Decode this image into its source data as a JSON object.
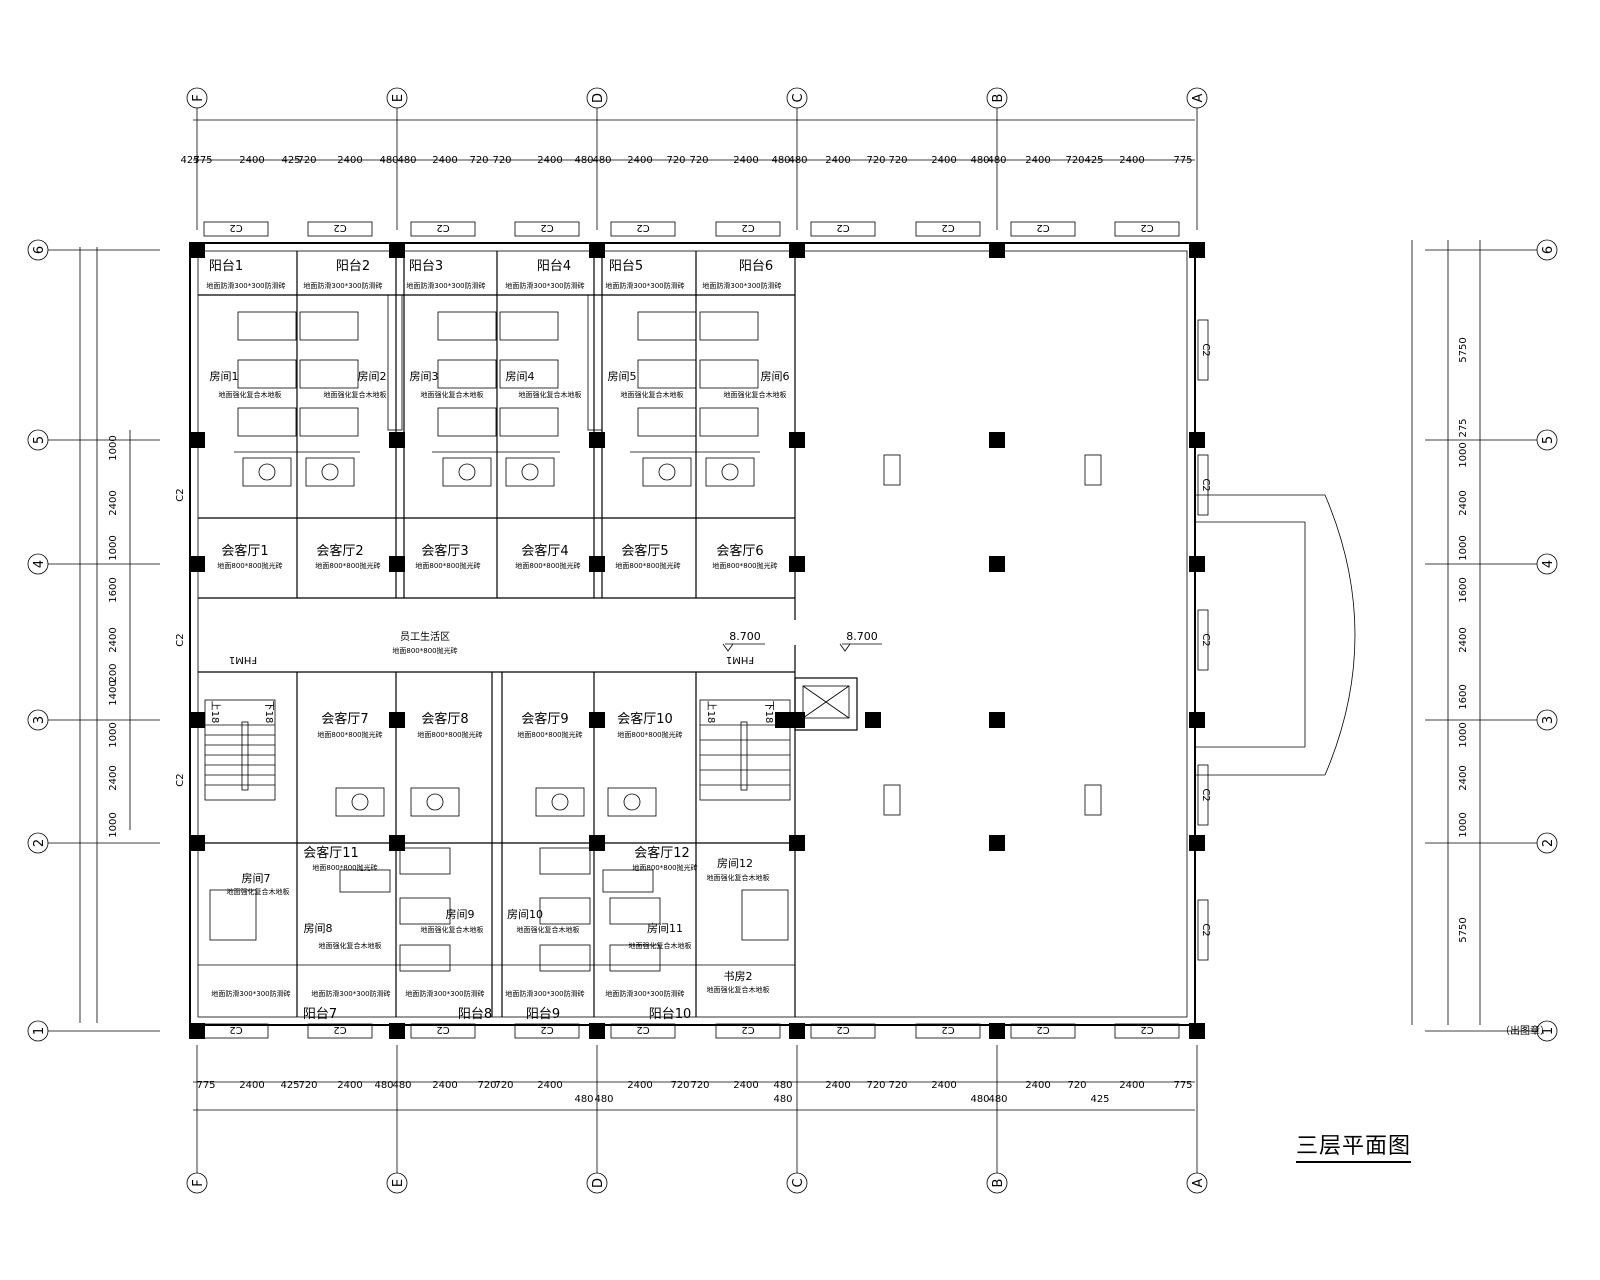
{
  "drawing": {
    "title": "三层平面图",
    "note": "（出图章）",
    "elevation_label": "8.700",
    "corridor_label": "员工生活区",
    "corridor_floor": "地面800*800抛光砖",
    "stair_labels": {
      "fhm": "FHM1",
      "up": "上18",
      "down": "下18"
    }
  },
  "axes": {
    "columns": [
      "F",
      "E",
      "D",
      "C",
      "B",
      "A"
    ],
    "rows": [
      "6",
      "5",
      "4",
      "3",
      "2",
      "1"
    ]
  },
  "dimensions": {
    "top": [
      "425",
      "775",
      "2400",
      "425",
      "720",
      "2400",
      "480",
      "480",
      "2400",
      "720",
      "720",
      "2400",
      "480",
      "480",
      "2400",
      "720",
      "720",
      "2400",
      "480",
      "480",
      "2400",
      "720",
      "720",
      "2400",
      "480",
      "480",
      "2400",
      "720",
      "425",
      "2400",
      "775"
    ],
    "bottom": [
      "775",
      "2400",
      "425",
      "720",
      "2400",
      "480",
      "480",
      "2400",
      "720",
      "720",
      "2400",
      "2400",
      "720",
      "720",
      "2400",
      "480",
      "2400",
      "720",
      "720",
      "2400",
      "2400",
      "720",
      "2400",
      "775"
    ],
    "bottom_second": [
      "480",
      "480",
      "480",
      "480",
      "480",
      "425"
    ],
    "left": [
      "1000",
      "2400",
      "1000",
      "1600",
      "2400",
      "200",
      "1400",
      "1000",
      "2400",
      "1000"
    ],
    "right": [
      "5750",
      "275",
      "1000",
      "2400",
      "1000",
      "1600",
      "2400",
      "1600",
      "1000",
      "2400",
      "1000",
      "5750"
    ]
  },
  "windows": {
    "label": "C2"
  },
  "balconies": [
    "阳台1",
    "阳台2",
    "阳台3",
    "阳台4",
    "阳台5",
    "阳台6",
    "阳台7",
    "阳台8",
    "阳台9",
    "阳台10"
  ],
  "balcony_floor": "地面防滑300*300防滑砖",
  "rooms": [
    "房间1",
    "房间2",
    "房间3",
    "房间4",
    "房间5",
    "房间6",
    "房间7",
    "房间8",
    "房间9",
    "房间10",
    "房间11",
    "房间12",
    "书房2"
  ],
  "room_floor": "地面强化复合木地板",
  "parlors": [
    "会客厅1",
    "会客厅2",
    "会客厅3",
    "会客厅4",
    "会客厅5",
    "会客厅6",
    "会客厅7",
    "会客厅8",
    "会客厅9",
    "会客厅10",
    "会客厅11",
    "会客厅12"
  ],
  "parlor_floor": "地面800*800抛光砖"
}
